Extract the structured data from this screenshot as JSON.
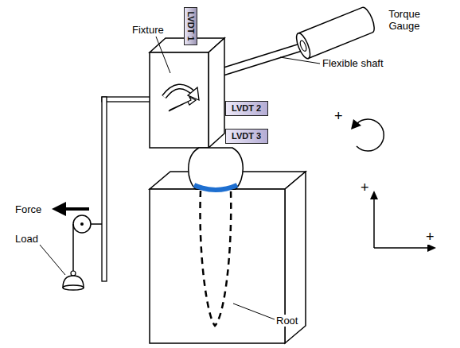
{
  "diagram": {
    "nodes": [
      {
        "text": [
          "LVDT 1"
        ]
      },
      {
        "text": [
          "LVDT 2"
        ]
      },
      {
        "text": [
          "LVDT 3"
        ]
      }
    ],
    "labels": [
      "Fixture",
      "Torque Gauge",
      "Flexible shaft",
      "Force",
      "Load",
      "Root",
      "+",
      "+",
      "+"
    ]
  }
}
